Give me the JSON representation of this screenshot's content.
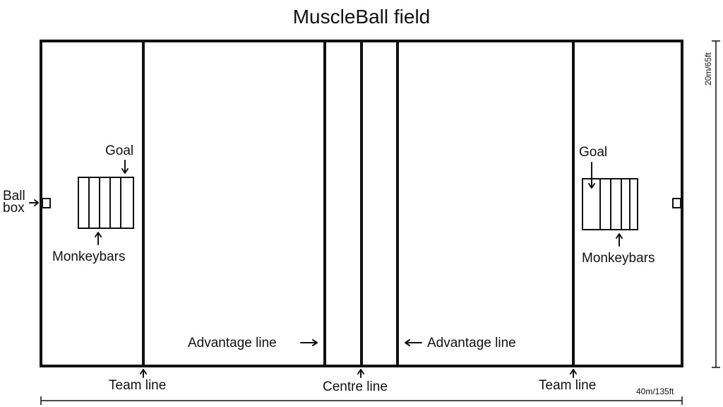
{
  "title": "MuscleBall field",
  "labels": {
    "goal": "Goal",
    "monkeybars": "Monkeybars",
    "ball_box": "Ball box",
    "ball_box_line1": "Ball",
    "ball_box_line2": "box",
    "advantage_line": "Advantage line",
    "team_line": "Team line",
    "centre_line": "Centre line"
  },
  "dimensions": {
    "width": "40m/135ft",
    "height": "20m/65ft"
  },
  "colors": {
    "line": "#111111",
    "background": "#ffffff"
  }
}
